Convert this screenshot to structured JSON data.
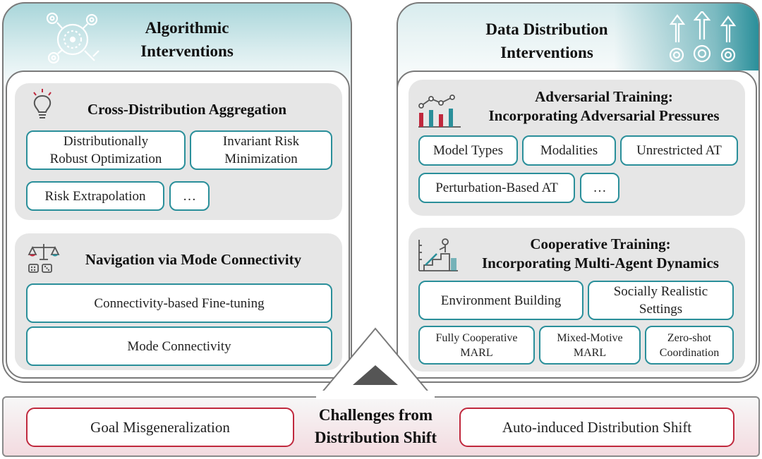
{
  "left": {
    "title_line1": "Algorithmic",
    "title_line2": "Interventions",
    "sections": [
      {
        "title": "Cross-Distribution Aggregation",
        "items": [
          {
            "line1": "Distributionally",
            "line2": "Robust Optimization"
          },
          {
            "line1": "Invariant Risk",
            "line2": "Minimization"
          },
          {
            "line1": "Risk Extrapolation",
            "line2": ""
          },
          {
            "line1": "…",
            "line2": ""
          }
        ]
      },
      {
        "title": "Navigation via Mode Connectivity",
        "items": [
          {
            "line1": "Connectivity-based Fine-tuning",
            "line2": ""
          },
          {
            "line1": "Mode Connectivity",
            "line2": ""
          }
        ]
      }
    ]
  },
  "right": {
    "title_line1": "Data Distribution",
    "title_line2": "Interventions",
    "sections": [
      {
        "title_line1": "Adversarial Training:",
        "title_line2": "Incorporating Adversarial Pressures",
        "items": [
          {
            "line1": "Model Types",
            "line2": ""
          },
          {
            "line1": "Modalities",
            "line2": ""
          },
          {
            "line1": "Unrestricted AT",
            "line2": ""
          },
          {
            "line1": "Perturbation-Based AT",
            "line2": ""
          },
          {
            "line1": "…",
            "line2": ""
          }
        ]
      },
      {
        "title_line1": "Cooperative Training:",
        "title_line2": "Incorporating Multi-Agent Dynamics",
        "items": [
          {
            "line1": "Environment Building",
            "line2": ""
          },
          {
            "line1": "Socially Realistic",
            "line2": "Settings"
          },
          {
            "line1": "Fully Cooperative",
            "line2": "MARL"
          },
          {
            "line1": "Mixed-Motive",
            "line2": "MARL"
          },
          {
            "line1": "Zero-shot",
            "line2": "Coordination"
          }
        ]
      }
    ]
  },
  "bottom": {
    "title_line1": "Challenges from",
    "title_line2": "Distribution Shift",
    "left_item": "Goal Misgeneralization",
    "right_item": "Auto-induced Distribution Shift"
  },
  "colors": {
    "teal": "#2a8f9a",
    "red": "#c0283d",
    "section_gray": "#e6e6e6"
  },
  "icons": [
    "gear-network-icon",
    "arrows-gears-icon",
    "lightbulb-icon",
    "balance-scale-icon",
    "bar-chart-icon",
    "staircase-figure-icon",
    "triangle-arrow-icon"
  ]
}
